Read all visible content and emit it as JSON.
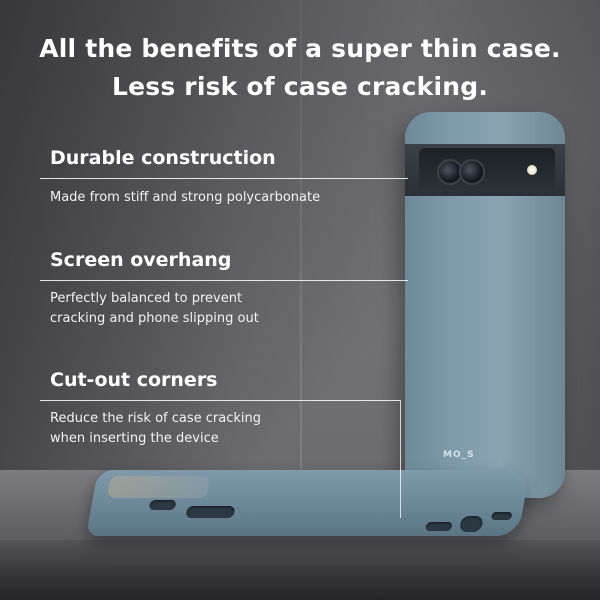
{
  "headline": {
    "line1": "All the benefits of a super thin case.",
    "line2": "Less risk of case cracking."
  },
  "features": [
    {
      "title": "Durable construction",
      "desc_line1": "Made from stiff and strong polycarbonate",
      "desc_line2": ""
    },
    {
      "title": "Screen overhang",
      "desc_line1": "Perfectly balanced to prevent",
      "desc_line2": "cracking and phone slipping out"
    },
    {
      "title": "Cut-out corners",
      "desc_line1": "Reduce the risk of case cracking",
      "desc_line2": "when inserting the device"
    }
  ],
  "brand": {
    "logo_text": "MO_S"
  },
  "colors": {
    "case": "#7f9aaa",
    "text": "#ffffff",
    "background": "#5c5c60"
  }
}
